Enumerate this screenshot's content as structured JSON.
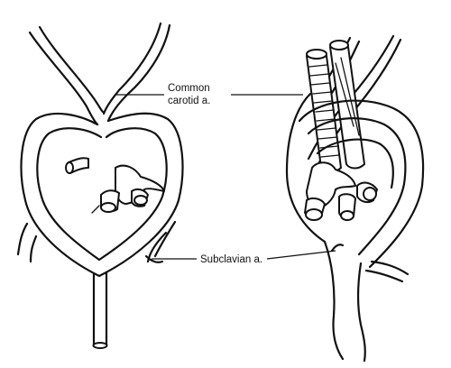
{
  "labels": {
    "common_carotid_line1": "Common",
    "common_carotid_line2": "carotid a.",
    "subclavian": "Subclavian a."
  }
}
